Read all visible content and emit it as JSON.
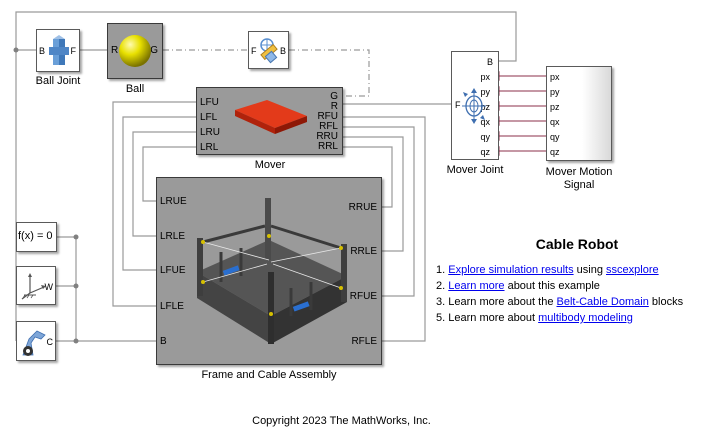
{
  "blocks": {
    "ball_joint": {
      "label": "Ball Joint",
      "port_b": "B",
      "port_f": "F"
    },
    "ball": {
      "label": "Ball",
      "port_r": "R",
      "port_g": "G"
    },
    "transform": {
      "port_f": "F",
      "port_b": "B"
    },
    "mover": {
      "label": "Mover",
      "left_ports": [
        "LFU",
        "LFL",
        "LRU",
        "LRL"
      ],
      "right_ports": [
        "G",
        "R",
        "RFU",
        "RFL",
        "RRU",
        "RRL"
      ]
    },
    "mover_joint": {
      "label": "Mover Joint",
      "port_b": "B",
      "port_f": "F",
      "outputs": [
        "px",
        "py",
        "pz",
        "qx",
        "qy",
        "qz"
      ]
    },
    "motion_signal": {
      "label_line1": "Mover Motion",
      "label_line2": "Signal",
      "inputs": [
        "px",
        "py",
        "pz",
        "qx",
        "qy",
        "qz"
      ]
    },
    "solver": {
      "text": "f(x) = 0"
    },
    "world": {
      "port": "W"
    },
    "config": {
      "port": "C"
    },
    "assembly": {
      "label": "Frame and Cable Assembly",
      "left_ports": [
        "LRUE",
        "LRLE",
        "LFUE",
        "LFLE",
        "B"
      ],
      "right_ports": [
        "RRUE",
        "RRLE",
        "RFUE",
        "RFLE"
      ]
    }
  },
  "info": {
    "title": "Cable Robot",
    "items": [
      {
        "num": "1.",
        "link1": "Explore simulation results",
        "mid": " using ",
        "link2": "sscexplore",
        "after": ""
      },
      {
        "num": "2.",
        "link1": "Learn more",
        "mid": " about this example",
        "link2": "",
        "after": ""
      },
      {
        "num": "3.",
        "pre": "Learn more about the ",
        "link1": "Belt-Cable Domain",
        "mid": " blocks"
      },
      {
        "num": "5.",
        "pre": "Learn more about ",
        "link1": "multibody modeling",
        "mid": ""
      }
    ]
  },
  "copyright": "Copyright 2023 The MathWorks, Inc."
}
